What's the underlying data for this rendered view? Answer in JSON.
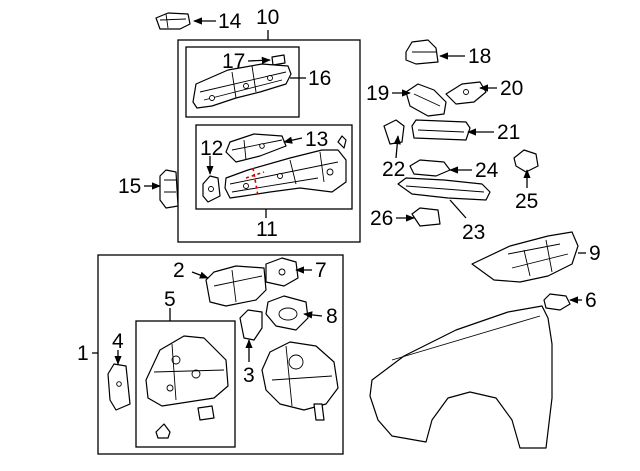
{
  "diagram": {
    "callouts": {
      "c1": "1",
      "c2": "2",
      "c3": "3",
      "c4": "4",
      "c5": "5",
      "c6": "6",
      "c7": "7",
      "c8": "8",
      "c9": "9",
      "c10": "10",
      "c11": "11",
      "c12": "12",
      "c13": "13",
      "c14": "14",
      "c15": "15",
      "c16": "16",
      "c17": "17",
      "c18": "18",
      "c19": "19",
      "c20": "20",
      "c21": "21",
      "c22": "22",
      "c23": "23",
      "c24": "24",
      "c25": "25",
      "c26": "26"
    },
    "colors": {
      "line": "#000000",
      "cut_line": "#d40000",
      "background": "#ffffff"
    }
  }
}
